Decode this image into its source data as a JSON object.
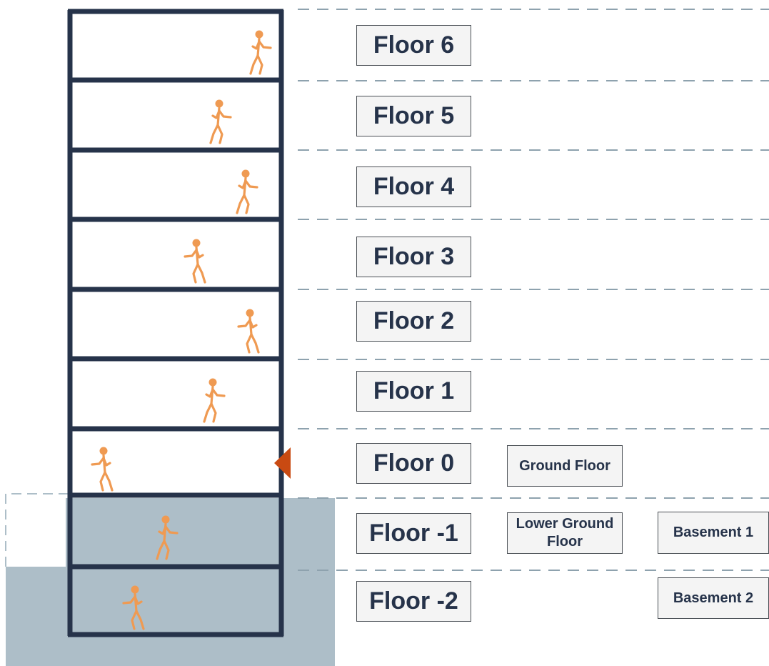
{
  "colors": {
    "building": "#26334a",
    "person": "#ef9a52",
    "ground": "#adbec8",
    "dash": "#8ea2ae",
    "entrance_marker": "#c94a12",
    "label_fill": "#f4f4f4",
    "label_text": "#26334a"
  },
  "floors": [
    {
      "label": "Floor 6"
    },
    {
      "label": "Floor 5"
    },
    {
      "label": "Floor 4"
    },
    {
      "label": "Floor 3"
    },
    {
      "label": "Floor 2"
    },
    {
      "label": "Floor 1"
    },
    {
      "label": "Floor 0",
      "alt_labels": [
        "Ground Floor"
      ]
    },
    {
      "label": "Floor -1",
      "alt_labels": [
        "Lower Ground Floor",
        "Basement 1"
      ]
    },
    {
      "label": "Floor -2",
      "alt_labels": [
        "Basement 2"
      ]
    }
  ],
  "icons": {
    "person": "person-walking-icon",
    "entrance": "entrance-triangle-icon"
  }
}
